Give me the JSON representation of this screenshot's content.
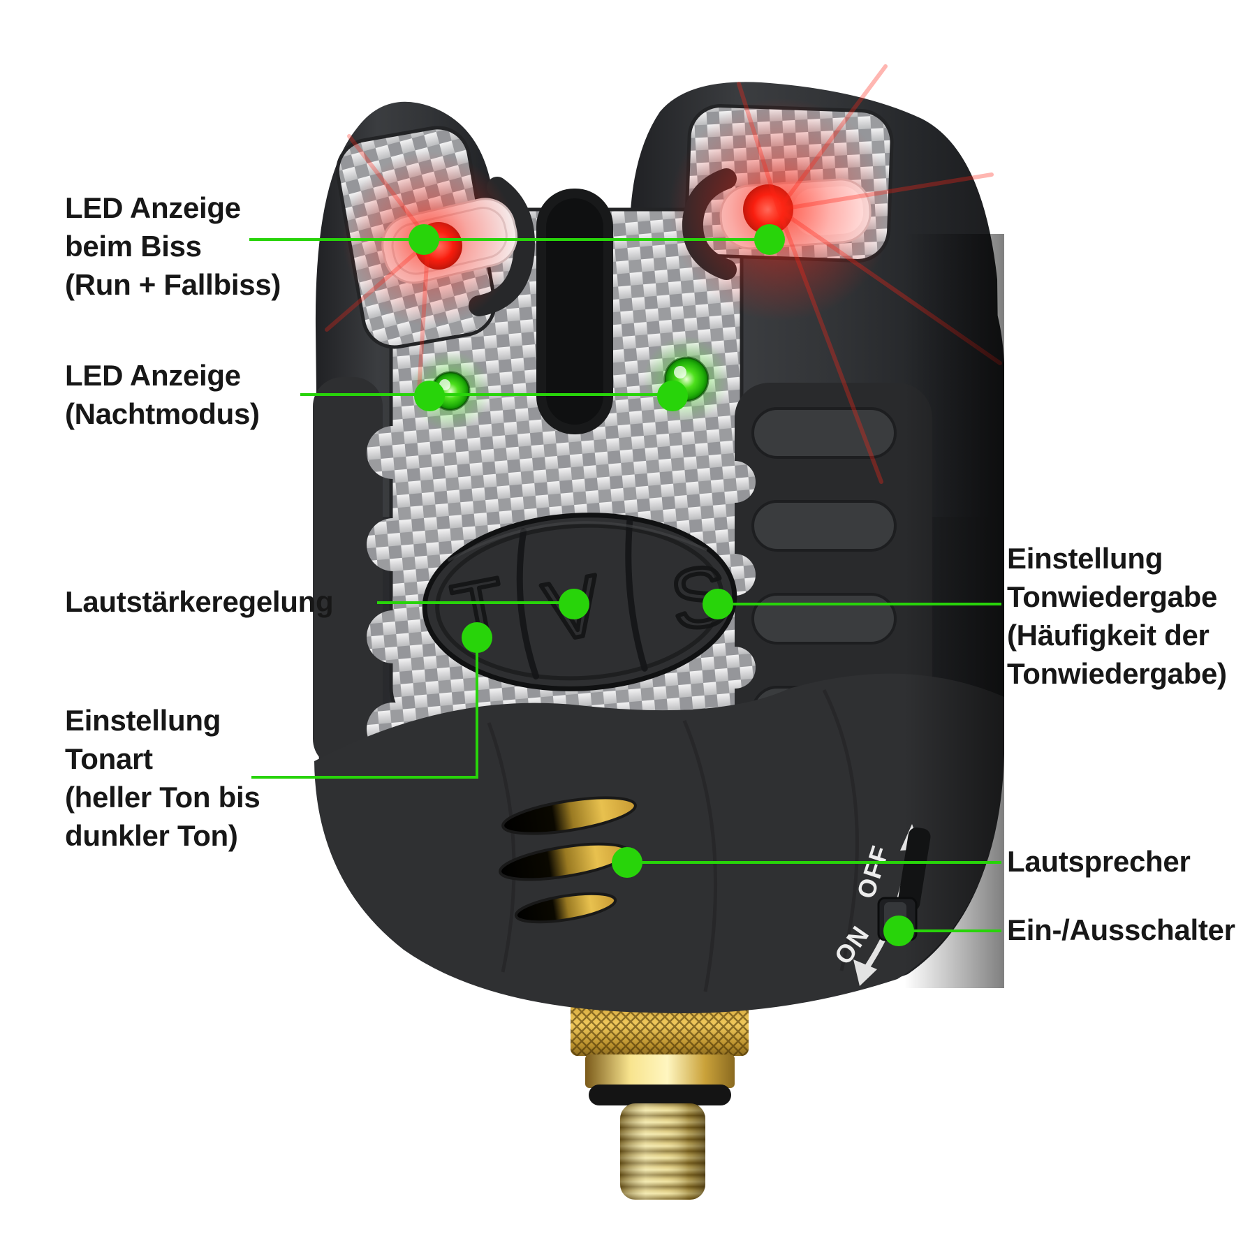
{
  "device": {
    "name": "Funk-Bissanzeiger (electronic bite alarm)",
    "buttons": {
      "t": "T",
      "v": "V",
      "s": "S"
    },
    "power_switch": {
      "off": "OFF",
      "on": "ON"
    }
  },
  "labels": {
    "led_bite": {
      "text": "LED Anzeige\nbeim Biss\n(Run + Fallbiss)"
    },
    "led_night": {
      "text": "LED Anzeige\n(Nachtmodus)"
    },
    "volume": {
      "text": "Lautstärkeregelung"
    },
    "tone": {
      "text": "Einstellung\nTonart\n(heller Ton bis\ndunkler Ton)"
    },
    "playback": {
      "text": "Einstellung\nTonwiedergabe\n(Häufigkeit der\nTonwiedergabe)"
    },
    "speaker": {
      "text": "Lautsprecher"
    },
    "power": {
      "text": "Ein-/Ausschalter"
    }
  },
  "colors": {
    "annotation_green": "#28d40a",
    "led_red": "#f21205",
    "led_night_green": "#2fe00f",
    "brass_gold": "#d9a93c",
    "body_dark": "#2c2d2f",
    "carbon_silver": "#c9cacb"
  }
}
